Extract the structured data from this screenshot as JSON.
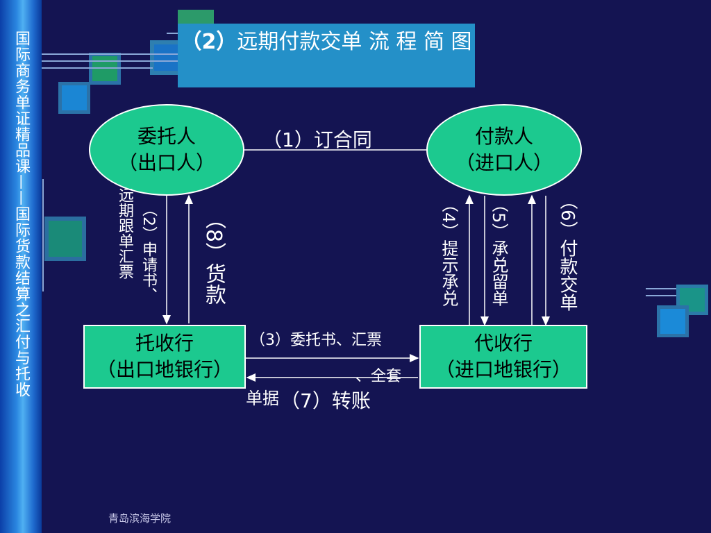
{
  "sidebar": {
    "text": "国际商务单证精品课——国际货款结算之汇付与托收"
  },
  "title": {
    "num": "（2）",
    "text": "远期付款交单 流 程 简 图"
  },
  "nodes": {
    "principal": {
      "line1": "委托人",
      "line2": "（出口人）"
    },
    "payer": {
      "line1": "付款人",
      "line2": "（进口人）"
    },
    "remitting_bank": {
      "line1": "托收行",
      "line2": "（出口地银行）"
    },
    "collecting_bank": {
      "line1": "代收行",
      "line2": "（进口地银行）"
    }
  },
  "steps": {
    "s1": "（1）订合同",
    "s2a": "（2）申请书、",
    "s2b": "远期跟单汇票",
    "s3": "（3）委托书、汇票",
    "s3b": "、全套",
    "s3c": "单据",
    "s4": "（4）提示承兑",
    "s5": "（5）承兑留单",
    "s6": "（6）付款交单",
    "s7": "（7）转账",
    "s8": "（8）货款"
  },
  "footer": "青岛滨海学院",
  "colors": {
    "background": "#141452",
    "node": "#1cc98f",
    "title_box": "#2490c8"
  }
}
